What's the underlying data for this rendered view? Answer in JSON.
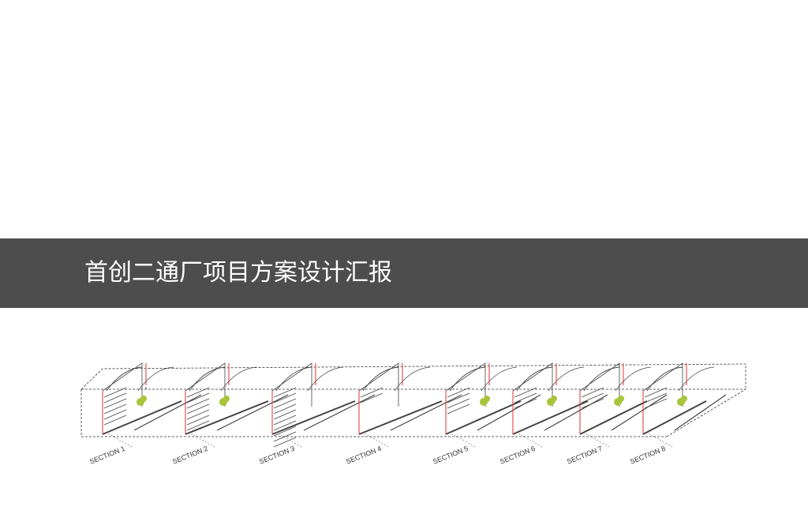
{
  "title": "首创二通厂项目方案设计汇报",
  "colors": {
    "band": "#4d4d4d",
    "title_text": "#ffffff",
    "line": "#444444",
    "accent_red": "#e03030",
    "tree_green": "#a8c43a"
  },
  "sections": [
    "SECTION 1",
    "SECTION 2",
    "SECTION 3",
    "SECTION 4",
    "SECTION 5",
    "SECTION 6",
    "SECTION 7",
    "SECTION 8"
  ]
}
